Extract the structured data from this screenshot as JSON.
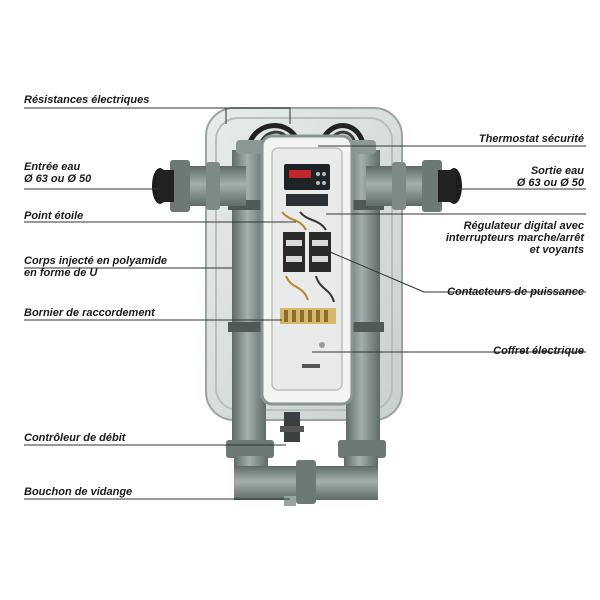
{
  "labels": {
    "resistances": "Résistances électriques",
    "entree_line1": "Entrée eau",
    "entree_line2": "Ø 63 ou Ø 50",
    "point_etoile": "Point étoile",
    "corps_line1": "Corps injecté en polyamide",
    "corps_line2": "en forme de U",
    "bornier": "Bornier de raccordement",
    "controleur": "Contrôleur de débit",
    "bouchon": "Bouchon de vidange",
    "thermostat": "Thermostat sécurité",
    "sortie_line1": "Sortie eau",
    "sortie_line2": "Ø 63 ou Ø 50",
    "regulateur_line1": "Régulateur digital avec",
    "regulateur_line2": "interrupteurs marche/arrêt",
    "regulateur_line3": "et voyants",
    "contacteurs": "Contacteurs de puissance",
    "coffret": "Coffret électrique"
  },
  "colors": {
    "body_grey": "#8e9a97",
    "panel_light": "#dfe4e3",
    "pipe_grey": "#7f8d89",
    "pipe_dark": "#5d6a67",
    "box_white": "#f2f2f0"
  },
  "icons": {
    "display": "digital-display-icon"
  }
}
